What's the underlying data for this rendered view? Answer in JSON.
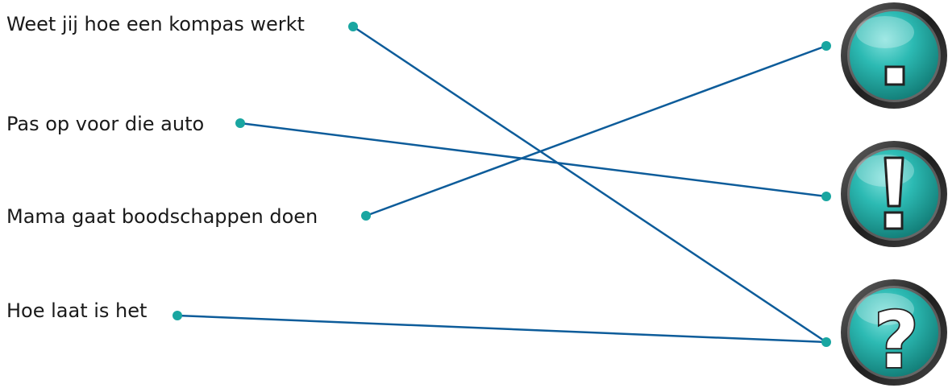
{
  "sentences": [
    {
      "id": "s1",
      "text": "Weet jij hoe een kompas werkt"
    },
    {
      "id": "s2",
      "text": "Pas op voor die auto"
    },
    {
      "id": "s3",
      "text": "Mama gaat boodschappen doen"
    },
    {
      "id": "s4",
      "text": "Hoe laat is het"
    }
  ],
  "badges": [
    {
      "id": "b1",
      "symbol": ".",
      "symbol_name": "period"
    },
    {
      "id": "b2",
      "symbol": "!",
      "symbol_name": "exclamation-mark"
    },
    {
      "id": "b3",
      "symbol": "?",
      "symbol_name": "question-mark"
    }
  ],
  "connections": [
    {
      "from": "s1",
      "to": "b3"
    },
    {
      "from": "s2",
      "to": "b2"
    },
    {
      "from": "s3",
      "to": "b1"
    },
    {
      "from": "s4",
      "to": "b3"
    }
  ],
  "colors": {
    "line": "#0d5c9a",
    "dot": "#19a6a1",
    "badge_teal": "#2cbab3",
    "badge_ring": "#222222",
    "text": "#1a1a1a"
  }
}
